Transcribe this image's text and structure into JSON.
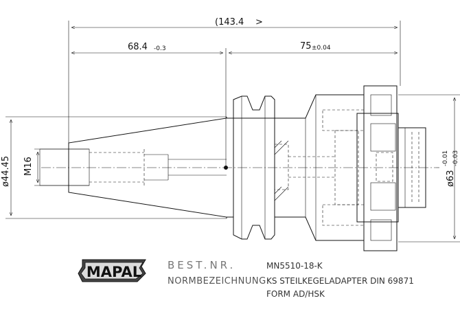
{
  "dimensions": {
    "overall_length": "(143.4",
    "overall_arrow": ">",
    "gauge_to_rear": "68.4",
    "gauge_to_rear_tol": "-0.3",
    "gauge_to_front": "75",
    "gauge_to_front_tol": "±0.04",
    "taper_diameter": "ø44.45",
    "thread": "M16",
    "hsk_diameter": "ø63",
    "hsk_tol_upper": "-0.01",
    "hsk_tol_lower": "-0.03"
  },
  "logo": {
    "text": "MAPAL"
  },
  "title_block": {
    "order_label": "BEST.NR.",
    "order_value": "MN5510-18-K",
    "norm_label": "NORMBEZEICHNUNG:",
    "norm_value_line1": "KS STEILKEGELADAPTER DIN 69871",
    "norm_value_line2": "FORM AD/HSK"
  }
}
